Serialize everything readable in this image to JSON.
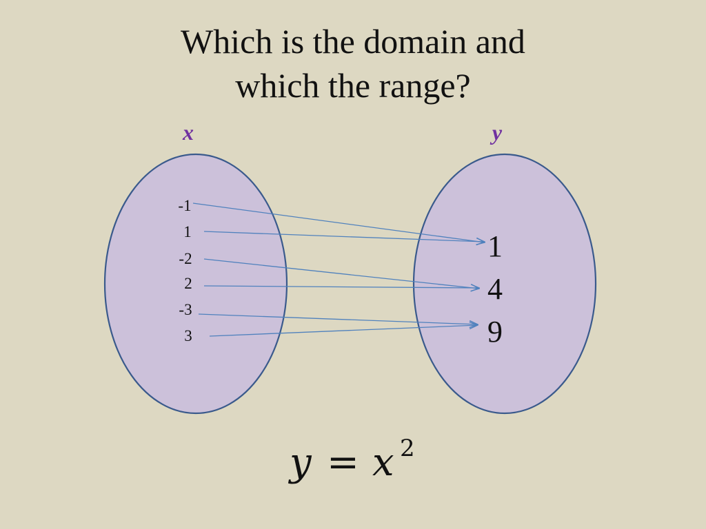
{
  "title": {
    "line1": "Which is the domain and",
    "line2": "which the range?"
  },
  "diagram": {
    "domain_set": {
      "label": "x",
      "values": [
        "-1",
        "1",
        "-2",
        "2",
        "-3",
        "3"
      ]
    },
    "range_set": {
      "label": "y",
      "values": [
        "1",
        "4",
        "9"
      ]
    },
    "mappings": [
      {
        "from": "-1",
        "to": "1"
      },
      {
        "from": "1",
        "to": "1"
      },
      {
        "from": "-2",
        "to": "4"
      },
      {
        "from": "2",
        "to": "4"
      },
      {
        "from": "-3",
        "to": "9"
      },
      {
        "from": "3",
        "to": "9"
      }
    ]
  },
  "equation": {
    "lhs": "y",
    "op": "=",
    "rhs_base": "x",
    "rhs_exp": "2"
  },
  "colors": {
    "background": "#ddd8c2",
    "set_fill": "#ccc1da",
    "set_stroke": "#3a5a8c",
    "label_color": "#7030a0",
    "arrow_color": "#4f81bd"
  }
}
